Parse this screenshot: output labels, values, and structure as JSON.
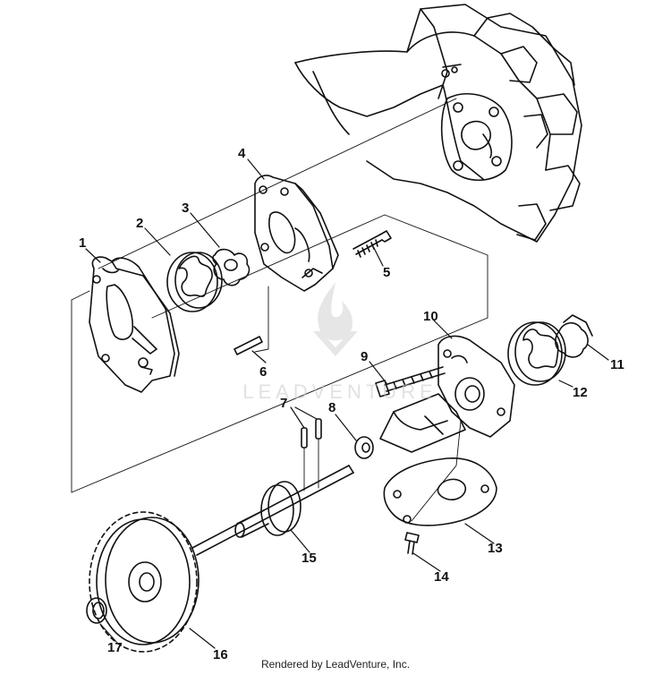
{
  "callouts": {
    "c1": "1",
    "c2": "2",
    "c3": "3",
    "c4": "4",
    "c5": "5",
    "c6": "6",
    "c7": "7",
    "c8": "8",
    "c9": "9",
    "c10": "10",
    "c11": "11",
    "c12": "12",
    "c13": "13",
    "c14": "14",
    "c15": "15",
    "c16": "16",
    "c17": "17"
  },
  "watermark": "LEADVENTURE",
  "footer": "Rendered by LeadVenture, Inc."
}
